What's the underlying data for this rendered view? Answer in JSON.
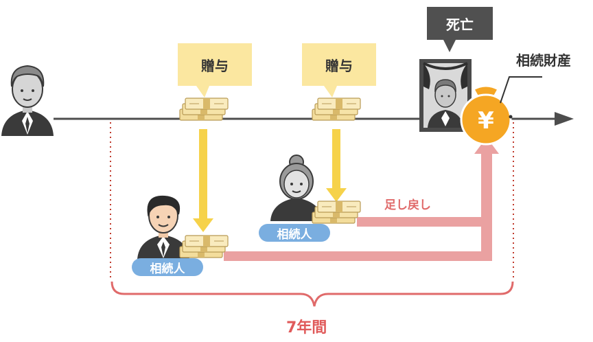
{
  "labels": {
    "gift": "贈与",
    "death": "死亡",
    "inherited_assets": "相続財産",
    "heir": "相続人",
    "add_back": "足し戻し",
    "period": "7年間"
  },
  "icons": {
    "money_bag_symbol": "¥",
    "grandfather": "grandfather-icon",
    "son": "son-icon",
    "grandmother": "grandmother-icon",
    "memorial_portrait": "memorial-portrait-icon",
    "cash_bundle": "cash-bundle-icon",
    "money_bag": "money-bag-icon"
  },
  "colors": {
    "timeline": "#4d4d4d",
    "gift_callout": "#fbe7a0",
    "gift_arrow": "#f6d24a",
    "death_callout": "#505050",
    "money_bag": "#f5a623",
    "addback_arrow": "#eaa1a1",
    "heir_badge": "#7aaee0",
    "period_bracket": "#e06a6a",
    "dotted_guide": "#c0392b"
  }
}
